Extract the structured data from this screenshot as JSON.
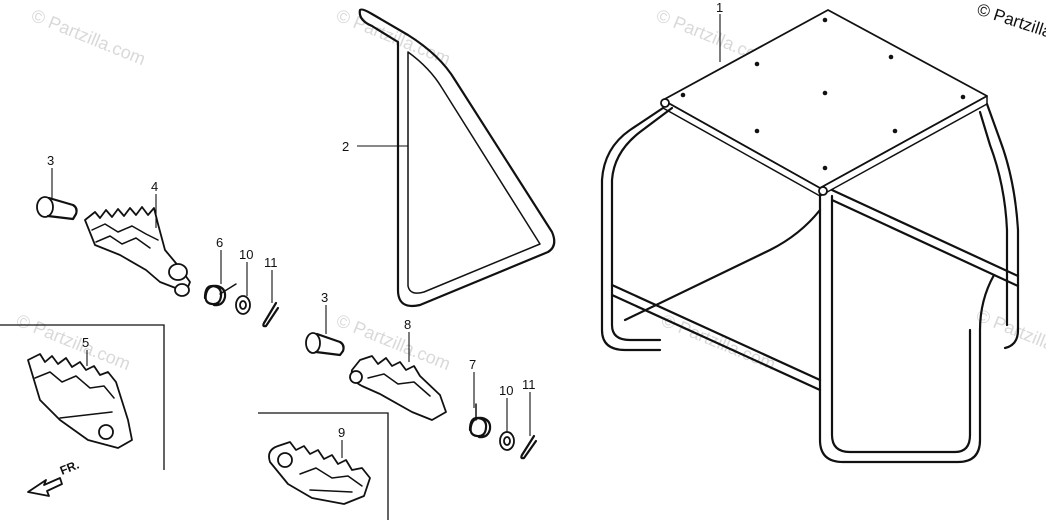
{
  "copyright": "© Partzilla",
  "watermark": "© Partzilla.com",
  "front_label": "FR.",
  "callouts": {
    "c1": "1",
    "c2": "2",
    "c3a": "3",
    "c4": "4",
    "c5": "5",
    "c6": "6",
    "c10a": "10",
    "c11a": "11",
    "c3b": "3",
    "c8": "8",
    "c7": "7",
    "c10b": "10",
    "c11b": "11",
    "c9": "9"
  }
}
